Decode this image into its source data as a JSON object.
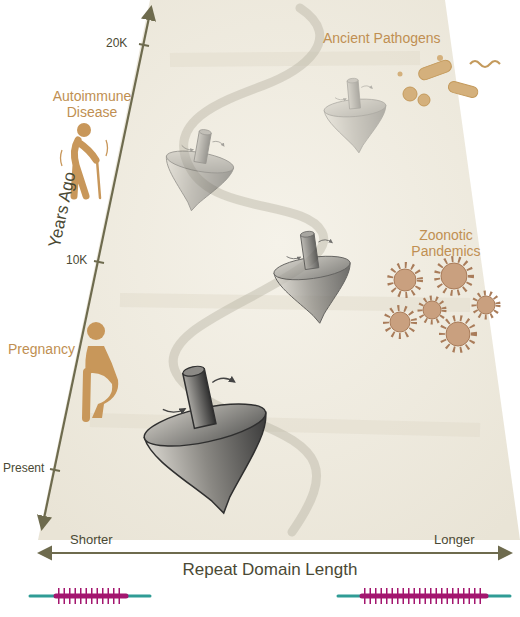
{
  "diagram": {
    "labels": [
      "20K",
      "10K",
      "Present",
      "Years Ago",
      "Autoimmune Disease",
      "Ancient Pathogens",
      "Zoonotic Pandemics",
      "Pregnancy",
      "Shorter",
      "Longer",
      "Repeat Domain Length"
    ]
  }
}
